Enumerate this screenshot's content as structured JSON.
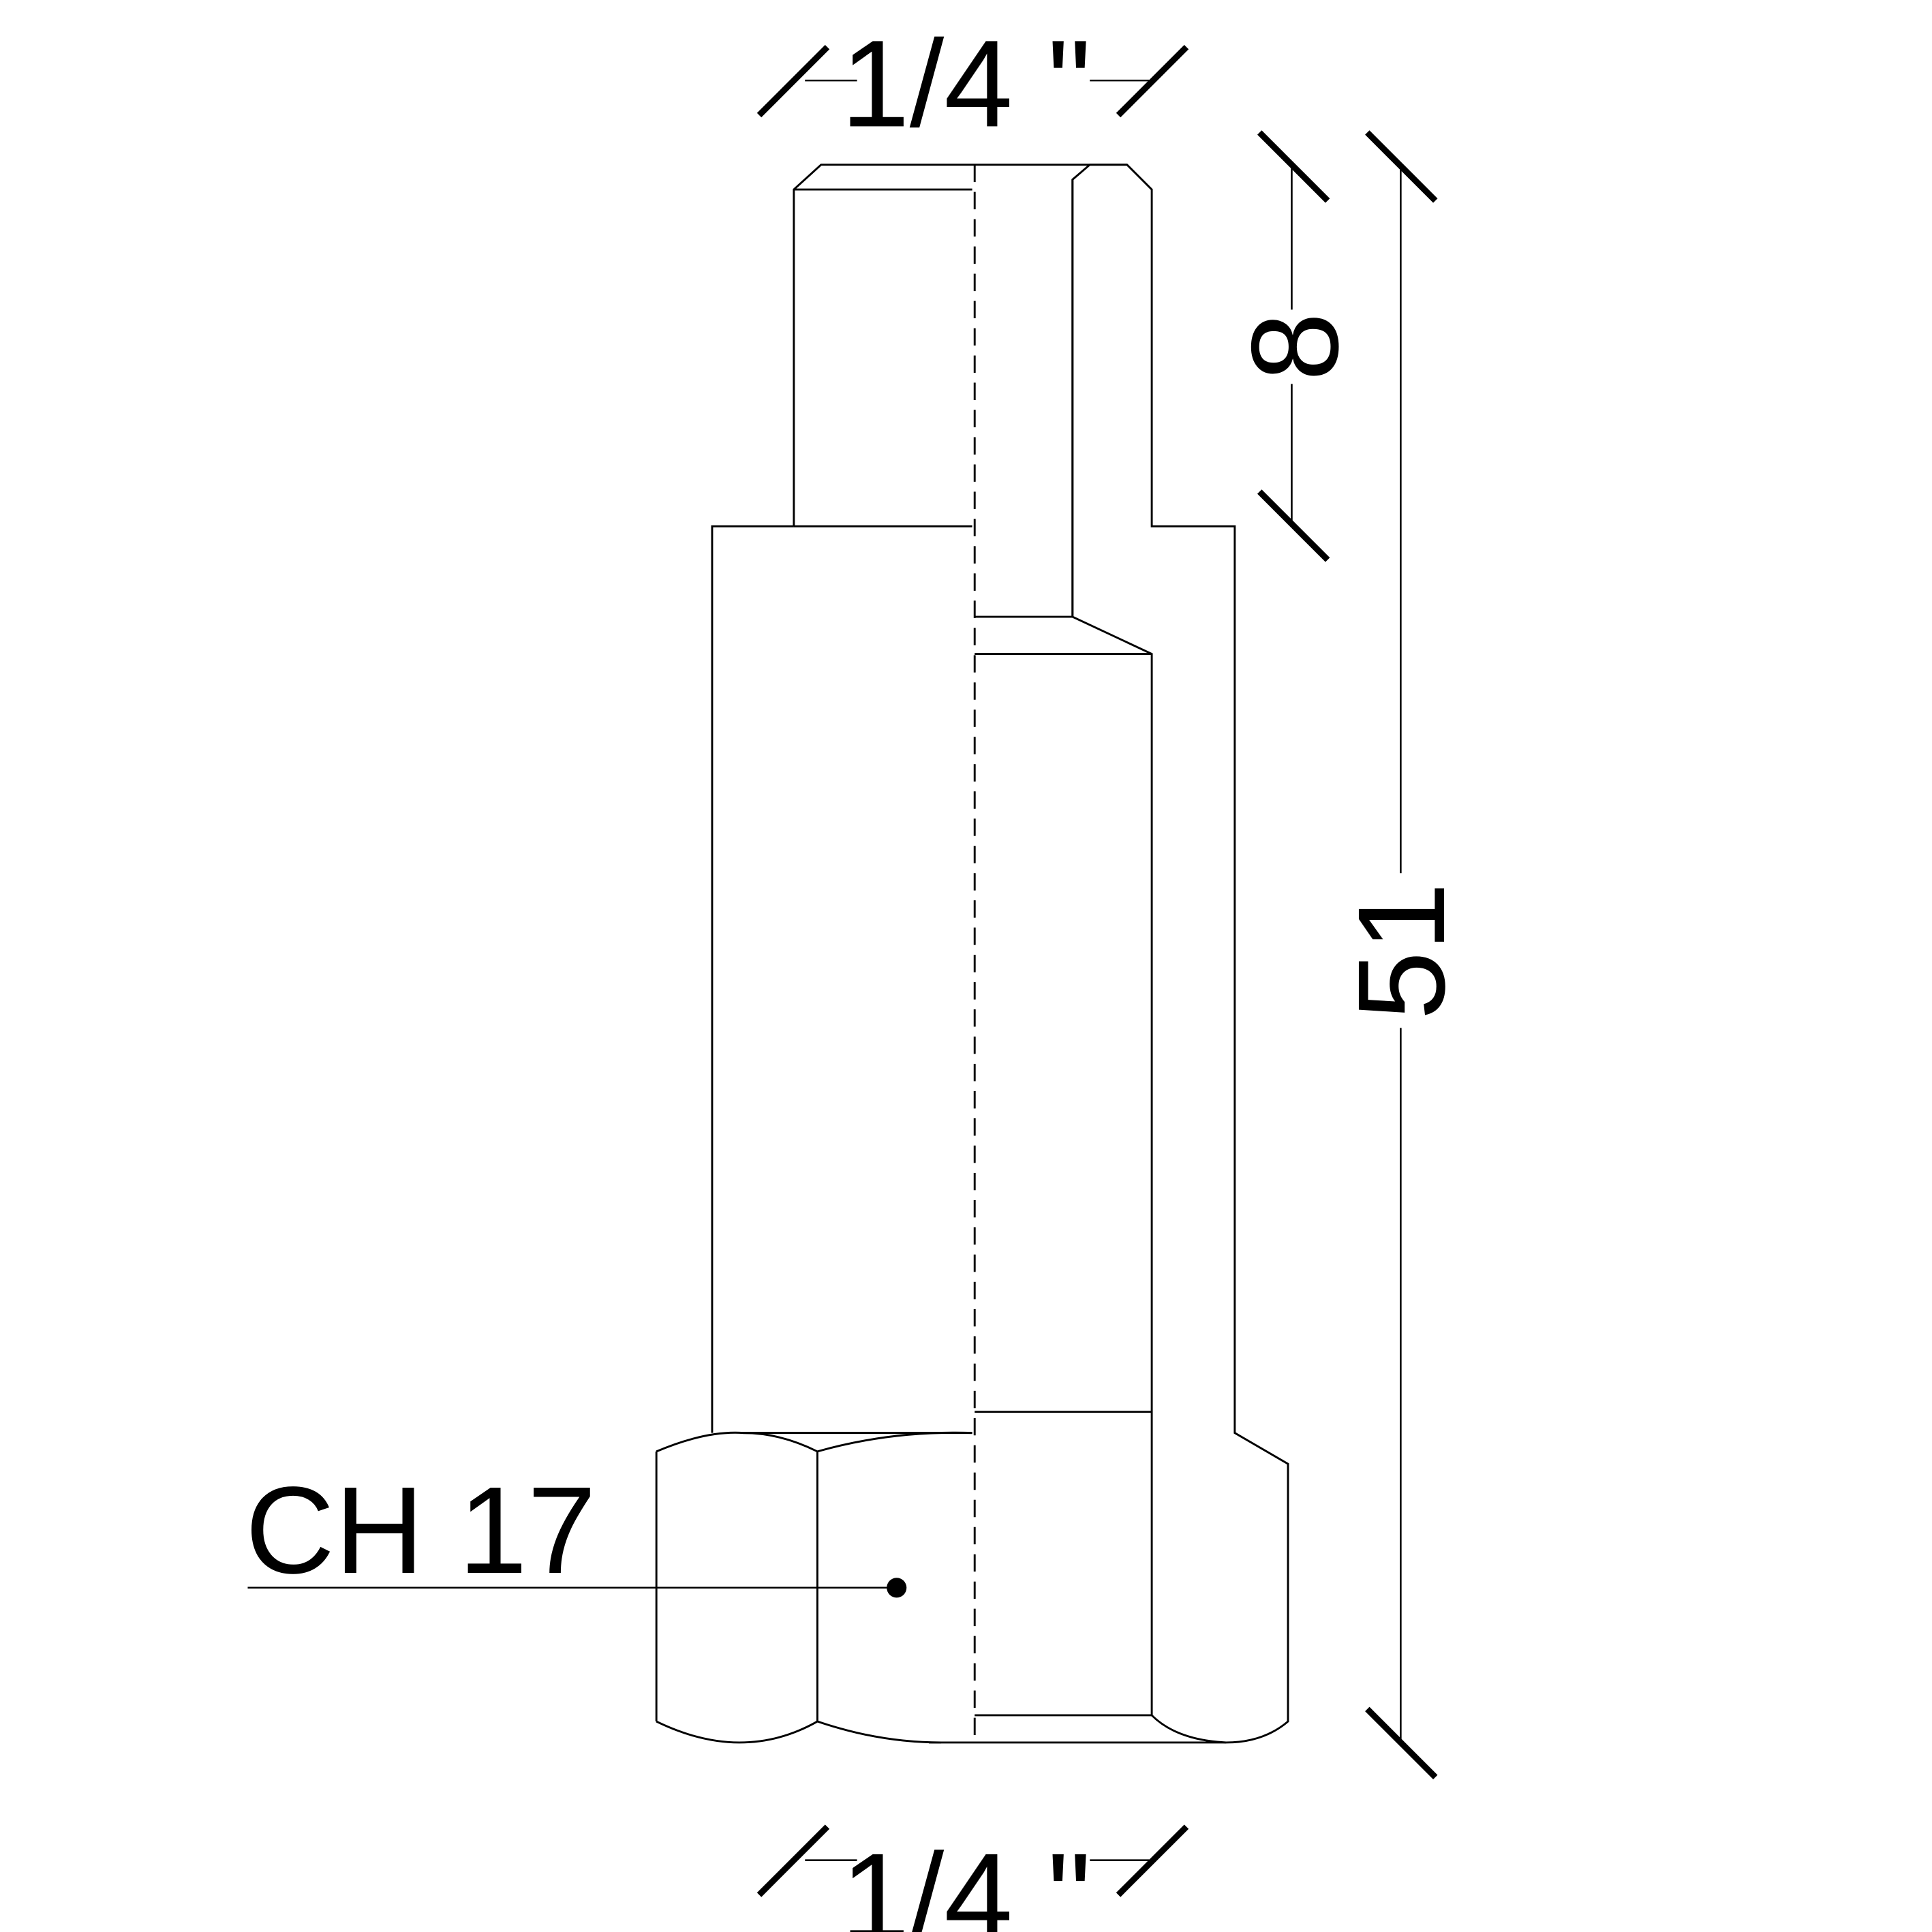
{
  "dimensions": {
    "top_thread": "1/4 \"",
    "bottom_thread": "1/4 \"",
    "thread_length": "8",
    "overall_length": "51",
    "hex_size": "CH 17"
  },
  "colors": {
    "line": "#000000",
    "background": "#ffffff"
  }
}
